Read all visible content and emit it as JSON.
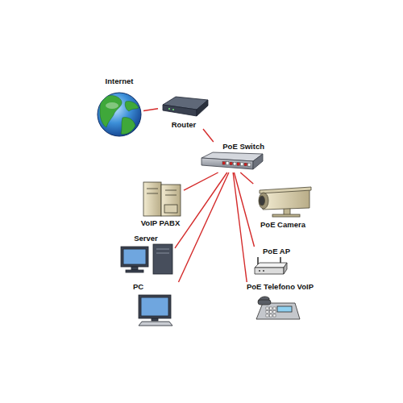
{
  "diagram": {
    "nodes": [
      {
        "text": [
          "Internet"
        ]
      },
      {
        "text": [
          "Router"
        ]
      },
      {
        "text": [
          "PoE Switch"
        ]
      },
      {
        "text": [
          "VoIP PABX"
        ]
      },
      {
        "text": [
          "PoE Camera"
        ]
      },
      {
        "text": [
          "Server"
        ]
      },
      {
        "text": [
          "PoE AP"
        ]
      },
      {
        "text": [
          "PC"
        ]
      },
      {
        "text": [
          "PoE Telefono VoIP"
        ]
      }
    ],
    "edges": [
      {
        "from": 0,
        "to": 1,
        "arrow": "none"
      },
      {
        "from": 1,
        "to": 2,
        "arrow": "none"
      },
      {
        "from": 2,
        "to": 3,
        "arrow": "none"
      },
      {
        "from": 2,
        "to": 4,
        "arrow": "none"
      },
      {
        "from": 2,
        "to": 5,
        "arrow": "none"
      },
      {
        "from": 2,
        "to": 6,
        "arrow": "none"
      },
      {
        "from": 2,
        "to": 7,
        "arrow": "none"
      },
      {
        "from": 2,
        "to": 8,
        "arrow": "none"
      }
    ]
  }
}
